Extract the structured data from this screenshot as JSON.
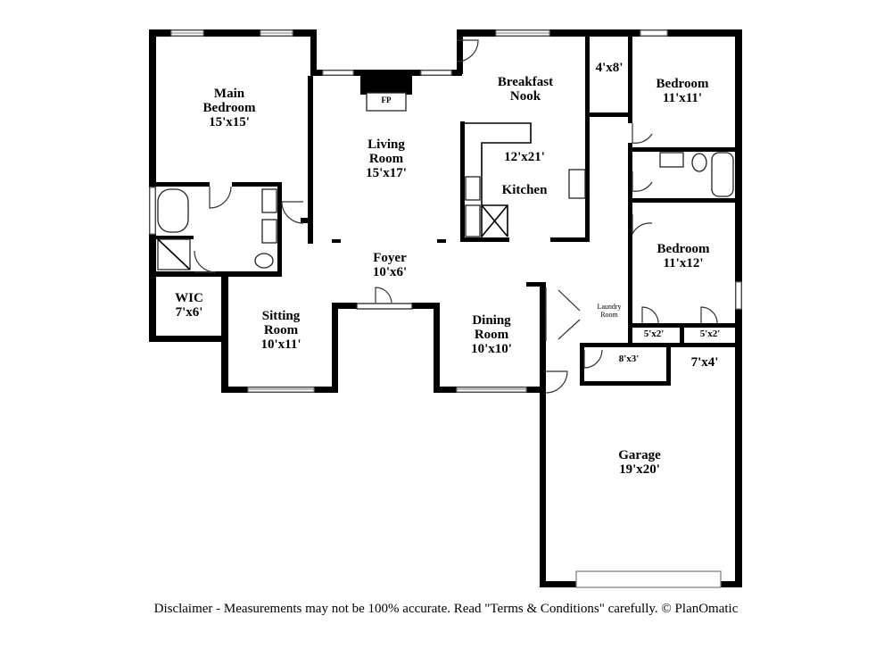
{
  "rooms": {
    "main_bedroom": {
      "name": "Main\nBedroom",
      "size": "15'x15'"
    },
    "living_room": {
      "name": "Living\nRoom",
      "size": "15'x17'"
    },
    "fireplace": {
      "label": "FP"
    },
    "breakfast_nook": {
      "name": "Breakfast\nNook"
    },
    "kitchen": {
      "name": "Kitchen",
      "size": "12'x21'"
    },
    "closet_4x8": {
      "size": "4'x8'"
    },
    "bedroom_upper": {
      "name": "Bedroom",
      "size": "11'x11'"
    },
    "bedroom_lower": {
      "name": "Bedroom",
      "size": "11'x12'"
    },
    "foyer": {
      "name": "Foyer",
      "size": "10'x6'"
    },
    "wic": {
      "name": "WIC",
      "size": "7'x6'"
    },
    "sitting_room": {
      "name": "Sitting\nRoom",
      "size": "10'x11'"
    },
    "dining_room": {
      "name": "Dining\nRoom",
      "size": "10'x10'"
    },
    "laundry_room": {
      "name": "Laundry\nRoom"
    },
    "closet_5x2_a": {
      "size": "5'x2'"
    },
    "closet_5x2_b": {
      "size": "5'x2'"
    },
    "closet_8x3": {
      "size": "8'x3'"
    },
    "closet_7x4": {
      "size": "7'x4'"
    },
    "garage": {
      "name": "Garage",
      "size": "19'x20'"
    }
  },
  "disclaimer": "Disclaimer - Measurements may not be 100% accurate. Read \"Terms & Conditions\" carefully. © PlanOmatic",
  "colors": {
    "wall": "#000000",
    "window": "#777777",
    "background": "#ffffff"
  }
}
